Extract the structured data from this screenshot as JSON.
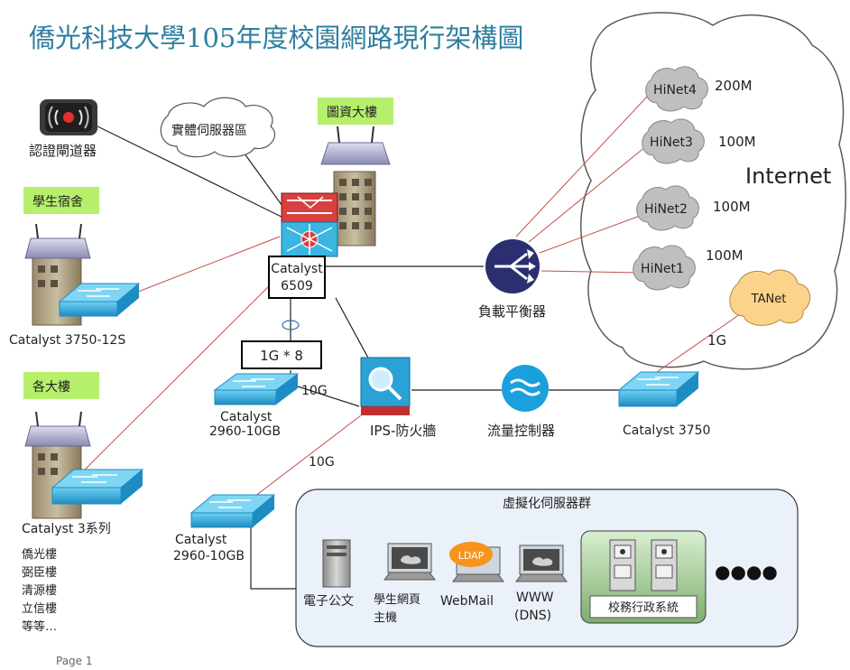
{
  "title": "僑光科技大學105年度校園網路現行架構圖",
  "page_label": "Page 1",
  "colors": {
    "title": "#2f7fa0",
    "tag_bg": "#b6ef6c",
    "switch": "#2aa2d6",
    "link_red": "#c0504d",
    "cloud_fill": "#bfbfbf",
    "tanet_fill": "#fbd38a",
    "vm_bg": "#eaf1f8",
    "balancer": "#2b2e6f"
  },
  "nodes": {
    "auth_gateway": {
      "label": "認證閘道器",
      "icon": "radio-waves-icon"
    },
    "physical_servers": {
      "label": "實體伺服器區"
    },
    "library_building": {
      "tag": "圖資大樓",
      "icon": "building-icon"
    },
    "dorm": {
      "tag": "學生宿舍",
      "switch_label": "Catalyst 3750-12S"
    },
    "core_switch": {
      "label_line1": "Catalyst",
      "label_line2": "6509"
    },
    "trunk": {
      "label": "1G * 8"
    },
    "buildings": {
      "tag": "各大樓",
      "switch_label": "Catalyst 3系列",
      "list": [
        "僑光樓",
        "弼臣樓",
        "清源樓",
        "立信樓",
        "等等…"
      ]
    },
    "switch_2960_a": {
      "label_line1": "Catalyst",
      "label_line2": "2960-10GB"
    },
    "switch_2960_b": {
      "label_line1": "Catalyst",
      "label_line2": "2960-10GB"
    },
    "ips_firewall": {
      "label": "IPS-防火牆"
    },
    "traffic_controller": {
      "label": "流量控制器"
    },
    "load_balancer": {
      "label": "負載平衡器"
    },
    "catalyst_3750": {
      "label": "Catalyst 3750"
    }
  },
  "links": {
    "core_to_2960a": "10G",
    "ips_to_2960b": "10G",
    "tanet_to_3750": "1G"
  },
  "internet": {
    "label": "Internet",
    "isps": [
      {
        "name": "HiNet4",
        "bandwidth": "200M"
      },
      {
        "name": "HiNet3",
        "bandwidth": "100M"
      },
      {
        "name": "HiNet2",
        "bandwidth": "100M"
      },
      {
        "name": "HiNet1",
        "bandwidth": "100M"
      }
    ],
    "tanet": "TANet"
  },
  "vm_group": {
    "title": "虛擬化伺服器群",
    "servers": {
      "doc": "電子公文",
      "student_web_l1": "學生網頁",
      "student_web_l2": "主機",
      "ldap_badge": "LDAP",
      "webmail": "WebMail",
      "www_l1": "WWW",
      "www_l2": "(DNS)",
      "admin": "校務行政系統",
      "more": "●●●●"
    }
  }
}
